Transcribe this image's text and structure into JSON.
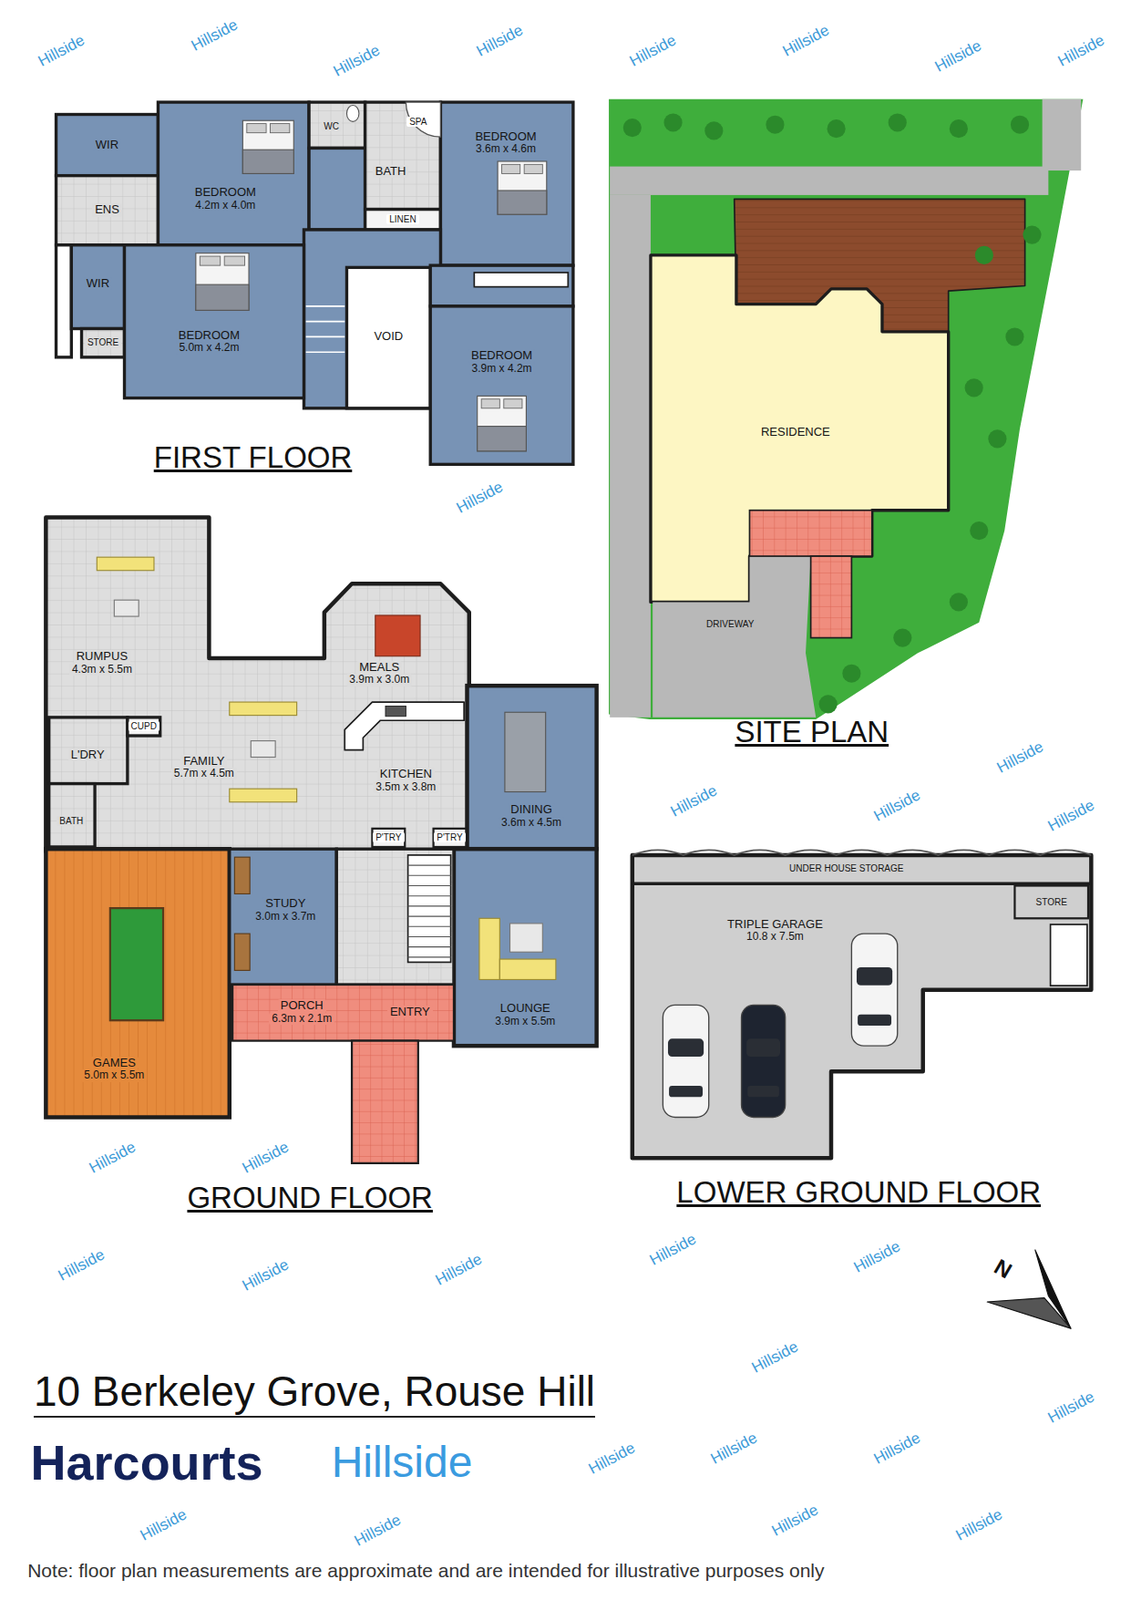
{
  "diagram": {
    "title": "10 Berkeley Grove, Rouse Hill",
    "caption": "Note: floor plan measurements are approximate and are intended for illustrative purposes only",
    "nodes": [
      {
        "text": [
          "WIR"
        ]
      },
      {
        "text": [
          "BEDROOM",
          "4.2m x 4.0m"
        ]
      },
      {
        "text": [
          "WC"
        ]
      },
      {
        "text": [
          "SPA"
        ]
      },
      {
        "text": [
          "BATH"
        ]
      },
      {
        "text": [
          "BEDROOM",
          "3.6m x 4.6m"
        ]
      },
      {
        "text": [
          "ENS"
        ]
      },
      {
        "text": [
          "LINEN"
        ]
      },
      {
        "text": [
          "WIR"
        ]
      },
      {
        "text": [
          "VOID"
        ]
      },
      {
        "text": [
          "BEDROOM",
          "5.0m x 4.2m"
        ]
      },
      {
        "text": [
          "STORE"
        ]
      },
      {
        "text": [
          "BEDROOM",
          "3.9m x 4.2m"
        ]
      },
      {
        "text": [
          "RESIDENCE"
        ]
      },
      {
        "text": [
          "DRIVEWAY"
        ]
      },
      {
        "text": [
          "RUMPUS",
          "4.3m x 5.5m"
        ]
      },
      {
        "text": [
          "MEALS",
          "3.9m x 3.0m"
        ]
      },
      {
        "text": [
          "CUPD"
        ]
      },
      {
        "text": [
          "L'DRY"
        ]
      },
      {
        "text": [
          "FAMILY",
          "5.7m x 4.5m"
        ]
      },
      {
        "text": [
          "KITCHEN",
          "3.5m x 3.8m"
        ]
      },
      {
        "text": [
          "DINING",
          "3.6m x 4.5m"
        ]
      },
      {
        "text": [
          "BATH"
        ]
      },
      {
        "text": [
          "P'TRY"
        ]
      },
      {
        "text": [
          "P'TRY"
        ]
      },
      {
        "text": [
          "STUDY",
          "3.0m x 3.7m"
        ]
      },
      {
        "text": [
          "GAMES",
          "5.0m x 5.5m"
        ]
      },
      {
        "text": [
          "PORCH",
          "6.3m x 2.1m"
        ]
      },
      {
        "text": [
          "ENTRY"
        ]
      },
      {
        "text": [
          "LOUNGE",
          "3.9m x 5.5m"
        ]
      },
      {
        "text": [
          "UNDER HOUSE STORAGE"
        ]
      },
      {
        "text": [
          "STORE"
        ]
      },
      {
        "text": [
          "TRIPLE GARAGE",
          "10.8 x 7.5m"
        ]
      }
    ],
    "labels": [
      "FIRST FLOOR",
      "SITE PLAN",
      "GROUND FLOOR",
      "LOWER GROUND FLOOR",
      "N",
      "Harcourts",
      "Hillside",
      "Hillside",
      "Hillside",
      "Hillside",
      "Hillside",
      "Hillside",
      "Hillside",
      "Hillside",
      "Hillside",
      "Hillside",
      "Hillside",
      "Hillside",
      "Hillside",
      "Hillside",
      "Hillside",
      "Hillside",
      "Hillside",
      "Hillside",
      "Hillside",
      "Hillside",
      "Hillside",
      "Hillside",
      "Hillside",
      "Hillside",
      "Hillside",
      "Hillside",
      "Hillside",
      "Hillside",
      "Hillside",
      "Hillside"
    ]
  }
}
